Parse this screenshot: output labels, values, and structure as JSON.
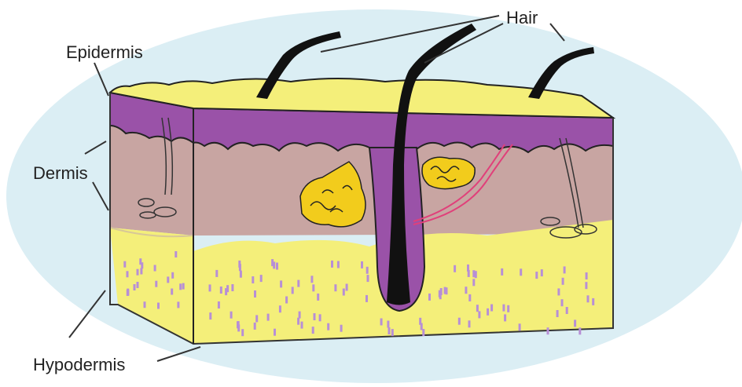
{
  "labels": {
    "hair": "Hair",
    "epidermis": "Epidermis",
    "dermis": "Dermis",
    "hypodermis": "Hypodermis"
  },
  "colors": {
    "background_ellipse": "#dbeef4",
    "epidermis": "#9a52a8",
    "surface": "#f4ef7a",
    "dermis": "#c8a5a2",
    "hypodermis": "#f4ef7a",
    "hypodermis_dots": "#b78fd6",
    "hair": "#111111",
    "gland": "#f2cc1c",
    "nerve": "#e0407a"
  }
}
